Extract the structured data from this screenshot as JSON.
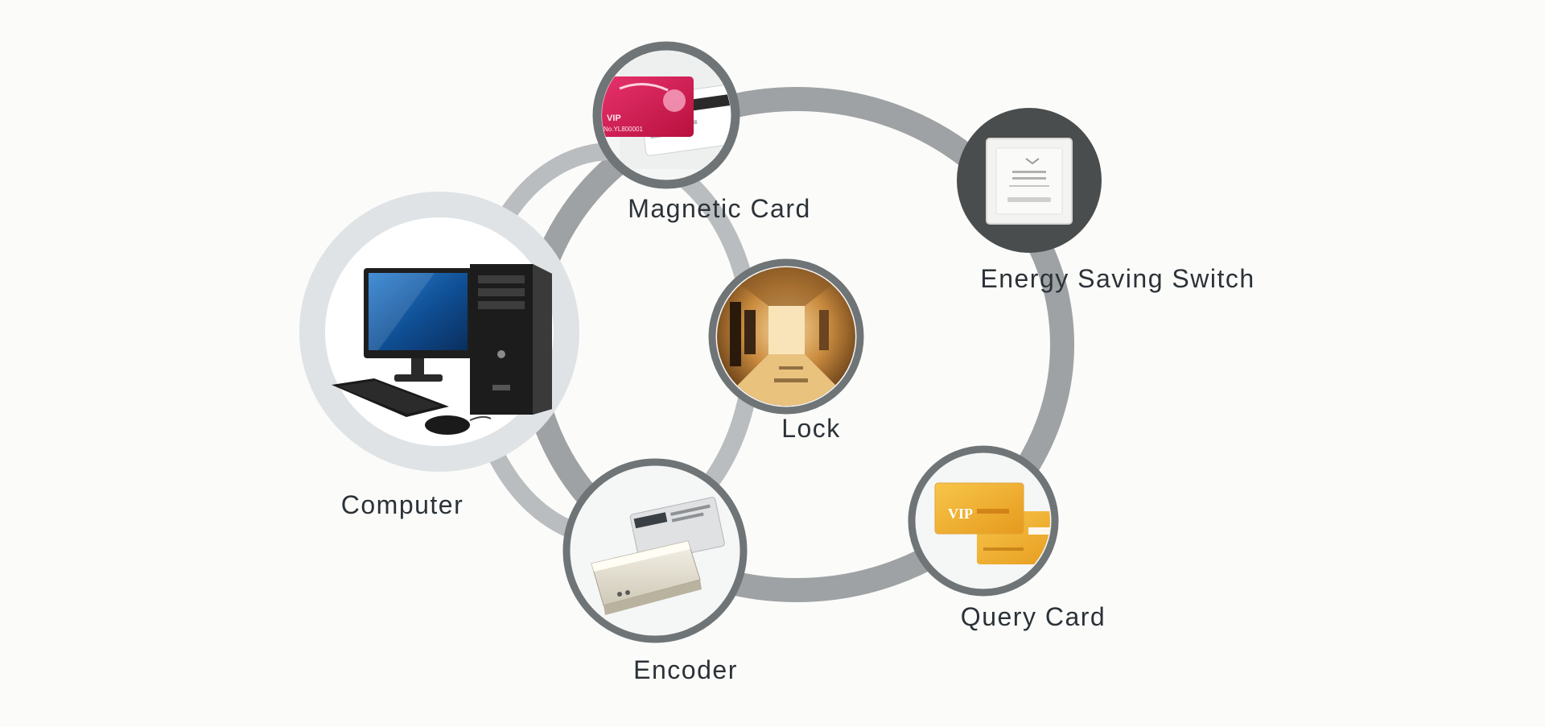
{
  "diagram": {
    "nodes": [
      {
        "id": "magnetic_card",
        "label": "Magnetic Card",
        "icon": "magnetic-card-icon"
      },
      {
        "id": "energy_switch",
        "label": "Energy Saving Switch",
        "icon": "energy-switch-icon"
      },
      {
        "id": "computer",
        "label": "Computer",
        "icon": "computer-icon"
      },
      {
        "id": "lock",
        "label": "Lock",
        "icon": "hotel-corridor-lock-icon"
      },
      {
        "id": "encoder",
        "label": "Encoder",
        "icon": "card-encoder-icon"
      },
      {
        "id": "query_card",
        "label": "Query Card",
        "icon": "query-card-icon"
      }
    ],
    "card_texts": {
      "vip": "VIP",
      "vip_number": "No.YL800001",
      "query_vip": "VIP"
    },
    "colors": {
      "ring": "#9ea2a4",
      "node_border": "#6f7476",
      "computer_halo": "#dfe3e5",
      "label": "#2b3238",
      "vip_card": "#d8245a",
      "query_card": "#f2b233"
    }
  }
}
